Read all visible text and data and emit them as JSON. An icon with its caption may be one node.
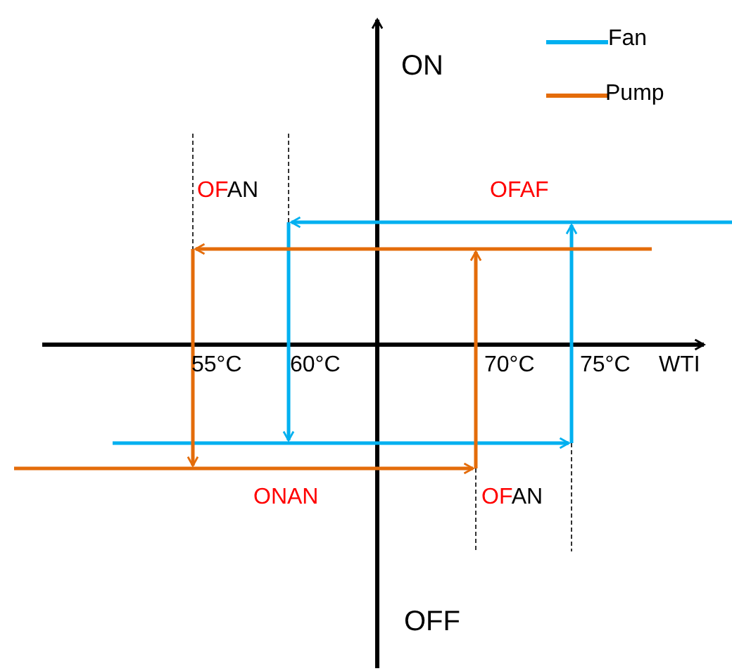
{
  "diagram": {
    "labels": [
      "ON",
      "OFAN",
      "OFAF",
      "55°C",
      "60°C",
      "70°C",
      "75°C",
      "WTI",
      "ONAN",
      "OFAN",
      "OFF"
    ],
    "legend": [
      {
        "text": "Fan"
      },
      {
        "text": "Pump"
      }
    ]
  }
}
